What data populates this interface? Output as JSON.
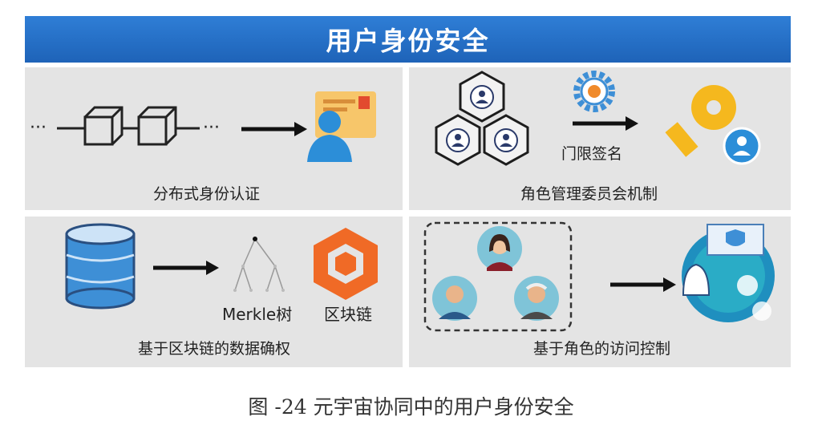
{
  "title": "用户身份安全",
  "panels": {
    "distributed_auth": {
      "caption": "分布式身份认证"
    },
    "committee": {
      "caption": "角色管理委员会机制",
      "arrow_label": "门限签名"
    },
    "data_rights": {
      "caption": "基于区块链的数据确权",
      "merkle_label": "Merkle树",
      "blockchain_label": "区块链"
    },
    "access_control": {
      "caption": "基于角色的访问控制"
    }
  },
  "figure_caption": "图 -24 元宇宙协同中的用户身份安全",
  "colors": {
    "banner": "#1e63b8",
    "panel": "#e4e4e4",
    "orange": "#f06a26",
    "key": "#f5b81e",
    "avatar_blue": "#3e8fd6"
  }
}
